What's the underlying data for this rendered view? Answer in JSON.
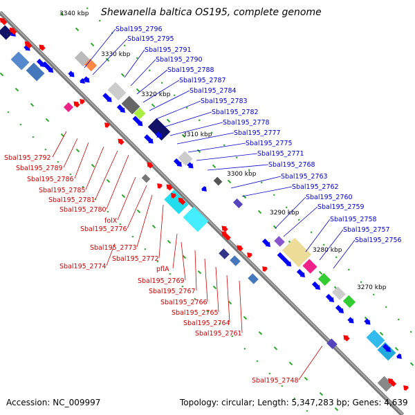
{
  "title": "Shewanella baltica OS195, complete genome",
  "accession": "Accession: NC_009997",
  "topology": "Topology: circular; Length: 5,347,283 bp; Genes: 4,639",
  "colors": {
    "forward": "#0000ff",
    "reverse": "#ff0000",
    "backbone": "#888888",
    "tick": "#22aa22",
    "blue_label": "#0000cc",
    "red_label": "#cc0000"
  },
  "kbp_labels": [
    {
      "text": "3340 kbp"
    },
    {
      "text": "3330 kbp"
    },
    {
      "text": "3320 kbp"
    },
    {
      "text": "3310 kbp"
    },
    {
      "text": "3300 kbp"
    },
    {
      "text": "3290 kbp"
    },
    {
      "text": "3280 kbp"
    },
    {
      "text": "3270 kbp"
    }
  ],
  "blue_labels": [
    "Sbal195_2796",
    "Sbal195_2795",
    "Sbal195_2791",
    "Sbal195_2790",
    "Sbal195_2788",
    "Sbal195_2787",
    "Sbal195_2784",
    "Sbal195_2783",
    "Sbal195_2782",
    "Sbal195_2778",
    "Sbal195_2777",
    "Sbal195_2775",
    "Sbal195_2771",
    "Sbal195_2768",
    "Sbal195_2763",
    "Sbal195_2762",
    "Sbal195_2760",
    "Sbal195_2759",
    "Sbal195_2758",
    "Sbal195_2757",
    "Sbal195_2756"
  ],
  "red_labels": [
    "Sbal195_2792",
    "Sbal195_2789",
    "Sbal195_2786",
    "Sbal195_2785",
    "Sbal195_2781",
    "Sbal195_2780",
    "folX",
    "Sbal195_2776",
    "Sbal195_2773",
    "Sbal195_2772",
    "Sbal195_2774",
    "pflA",
    "Sbal195_2769",
    "Sbal195_2767",
    "Sbal195_2766",
    "Sbal195_2765",
    "Sbal195_2764",
    "Sbal195_2761",
    "Sbal195_2748"
  ]
}
